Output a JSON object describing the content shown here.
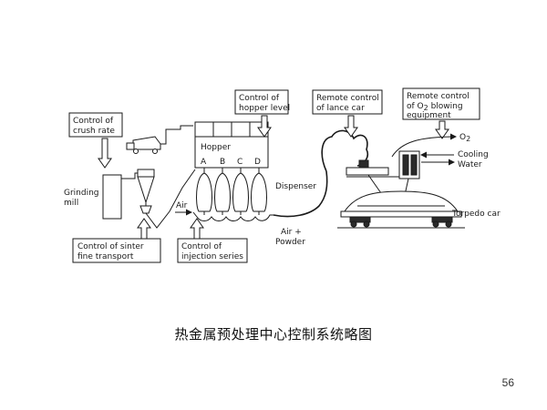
{
  "diagram": {
    "labels": {
      "control_crush_rate": [
        "Control of",
        "crush rate"
      ],
      "grinding_mill": [
        "Grinding",
        "mill"
      ],
      "control_sinter": [
        "Control of sinter",
        "fine transport"
      ],
      "control_hopper_level": [
        "Control of",
        "hopper level"
      ],
      "hopper": "Hopper",
      "hopper_sections": [
        "A",
        "B",
        "C",
        "D"
      ],
      "air": "Air",
      "control_injection": [
        "Control of",
        "injection series"
      ],
      "dispenser": "Dispenser",
      "air_powder": [
        "Air +",
        "Powder"
      ],
      "remote_lance": [
        "Remote control",
        "of lance car"
      ],
      "remote_o2": [
        "Remote control",
        "of O",
        "2",
        " blowing",
        "equipment"
      ],
      "o2": [
        "O",
        "2"
      ],
      "cooling_water": [
        "Cooling",
        "Water"
      ],
      "torpedo_car": "Torpedo car"
    }
  },
  "caption": "热金属预处理中心控制系统略图",
  "page_number": "56"
}
